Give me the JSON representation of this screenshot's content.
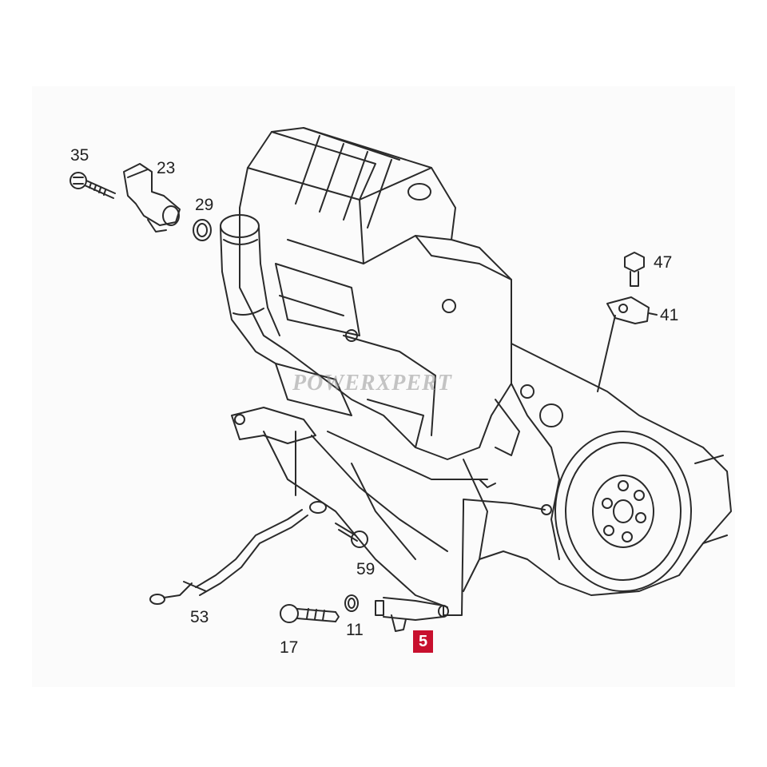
{
  "watermark": "POWERXPERT",
  "parts": [
    {
      "number": "35",
      "name": "bolt"
    },
    {
      "number": "23",
      "name": "camshaft position sensor"
    },
    {
      "number": "29",
      "name": "o-ring"
    },
    {
      "number": "47",
      "name": "bolt"
    },
    {
      "number": "41",
      "name": "knock sensor"
    },
    {
      "number": "59",
      "name": "bolt"
    },
    {
      "number": "53",
      "name": "ground cable"
    },
    {
      "number": "17",
      "name": "bolt"
    },
    {
      "number": "11",
      "name": "seal ring"
    },
    {
      "number": "5",
      "name": "crankshaft position sensor",
      "highlighted": true
    }
  ],
  "colors": {
    "line": "#2a2a2a",
    "highlight": "#c8102e",
    "panel": "#fbfbfb"
  }
}
